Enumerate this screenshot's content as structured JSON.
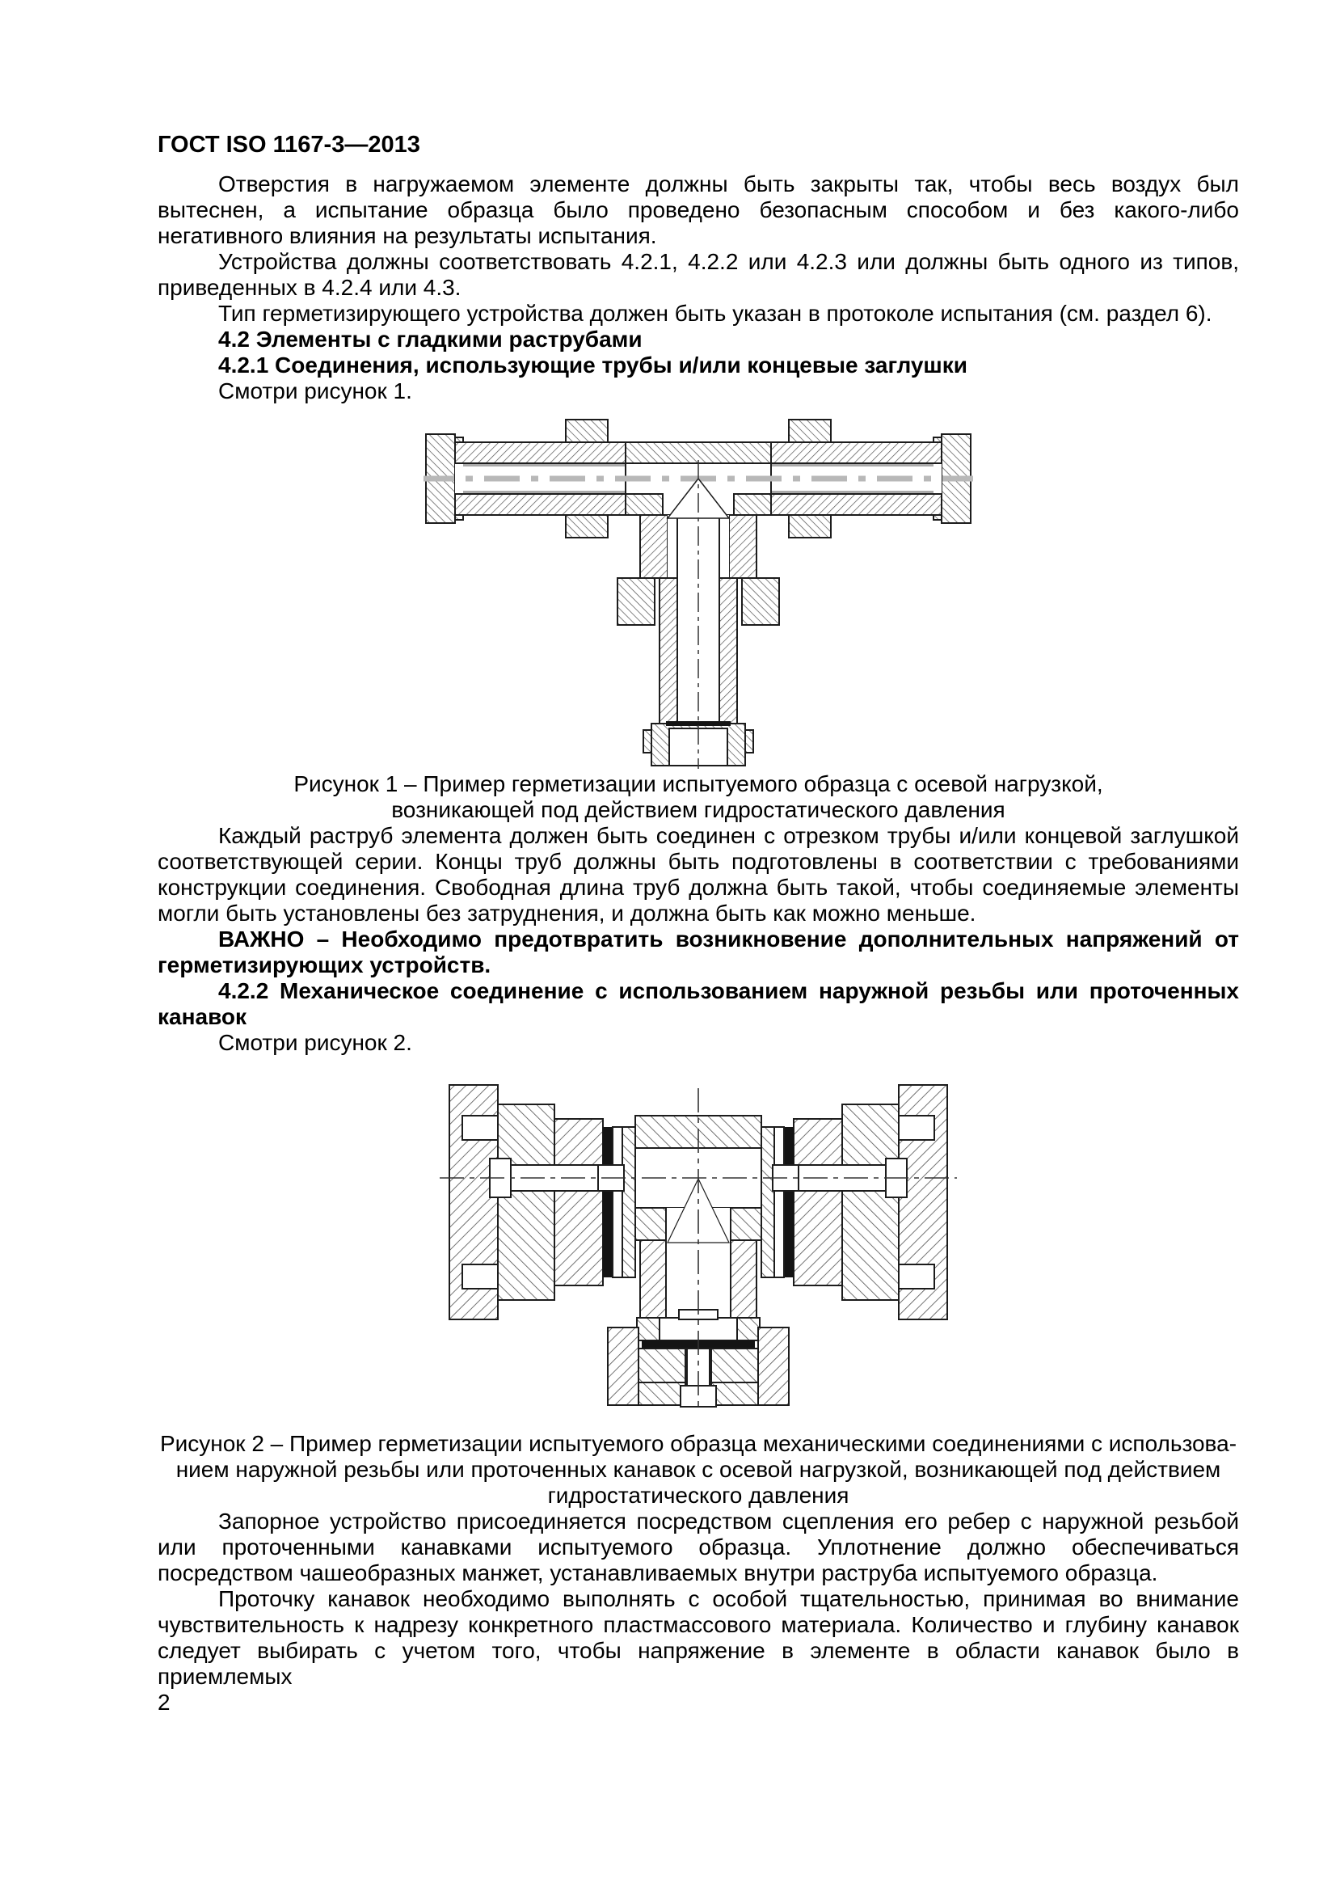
{
  "document": {
    "header": "ГОСТ ISO 1167-3—2013",
    "page_number": "2",
    "paragraphs": {
      "intro1": "Отверстия в нагружаемом элементе должны быть закрыты так, чтобы весь воздух был вытеснен, а испытание образца было проведено безопасным способом и без какого-либо негативного влияния на результаты испытания.",
      "intro2": "Устройства должны соответствовать 4.2.1, 4.2.2 или 4.2.3 или должны быть одного из типов, приведенных в 4.2.4 или 4.3.",
      "intro3": "Тип герметизирующего устройства должен быть указан в протоколе испытания (см. раздел 6).",
      "see_fig1": "Смотри рисунок 1.",
      "each_socket": "Каждый раструб элемента должен быть соединен с отрезком трубы и/или концевой заглушкой соответствующей серии. Концы труб должны быть подготовлены в соответствии с требованиями конструкции соединения. Свободная длина труб должна быть такой, чтобы соединяемые элементы могли быть установлены без затруднения, и должна быть как можно меньше.",
      "important": "ВАЖНО – Необходимо предотвратить возникновение дополнительных напряжений от герметизирующих устройств.",
      "see_fig2": "Смотри рисунок 2.",
      "locking": "Запорное устройство присоединяется посредством сцепления его ребер с наружной резьбой или проточенными канавками испытуемого образца. Уплотнение должно обеспечиваться посредством чашеобразных манжет, устанавливаемых внутри раструба испытуемого образца.",
      "grooves": "Проточку канавок необходимо выполнять с особой тщательностью, принимая во внимание чувствительность к надрезу конкретного пластмассового материала. Количество и глубину канавок следует выбирать с учетом того, чтобы напряжение в элементе в области канавок было в приемлемых"
    },
    "headings": {
      "s42": "4.2 Элементы с гладкими раструбами",
      "s421": "4.2.1 Соединения, использующие трубы и/или концевые заглушки",
      "s422": "4.2.2 Механическое соединение с использованием наружной резьбы или проточенных канавок"
    },
    "figures": {
      "fig1": {
        "caption_lines": [
          "Рисунок 1 – Пример герметизации испытуемого образца с осевой нагрузкой,",
          "возникающей под действием гидростатического давления"
        ]
      },
      "fig2": {
        "caption_lines": [
          "Рисунок 2 – Пример герметизации испытуемого образца механическими соединениями с использова-",
          "нием наружной резьбы или проточенных канавок с осевой нагрузкой, возникающей под действием",
          "гидростатического давления"
        ]
      }
    },
    "colors": {
      "ink": "#1c1c1c",
      "hatch": "#4f4f4f",
      "centerline_gray": "#b8b8b8",
      "seal_black": "#141414"
    }
  }
}
